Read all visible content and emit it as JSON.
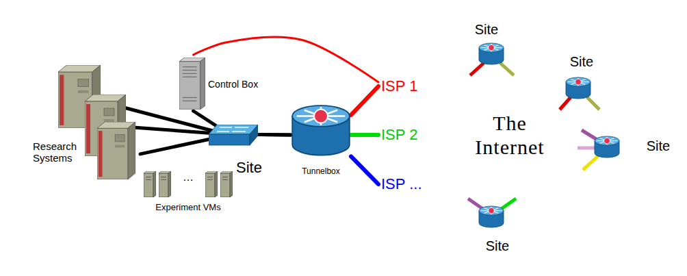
{
  "diagram": {
    "nodes": [
      {
        "text": [
          "Site"
        ]
      },
      {
        "text": [
          "Research Systems"
        ],
        "in": 0
      },
      {
        "text": [
          "Control Box"
        ],
        "in": 0
      },
      {
        "text": [
          "…",
          "Experiment VMs"
        ],
        "in": 0
      },
      {
        "text": [
          "Tunnelbox"
        ]
      },
      {
        "text": [
          "The Internet"
        ]
      },
      {
        "text": [
          "ISP 1"
        ],
        "in": 5
      },
      {
        "text": [
          "ISP 2"
        ],
        "in": 5
      },
      {
        "text": [
          "ISP ..."
        ],
        "in": 5
      },
      {
        "text": [
          "Site"
        ],
        "in": 5
      },
      {
        "text": [
          "Site"
        ],
        "in": 5
      },
      {
        "text": [
          "Site"
        ],
        "in": 5
      },
      {
        "text": [
          "Site"
        ],
        "in": 5
      }
    ],
    "edges": [
      {
        "from": 1,
        "to": 4,
        "arrow": "none"
      },
      {
        "from": 2,
        "to": 4,
        "arrow": "none"
      },
      {
        "from": 4,
        "to": 6,
        "arrow": "none"
      },
      {
        "from": 4,
        "to": 7,
        "arrow": "none"
      },
      {
        "from": 4,
        "to": 8,
        "arrow": "none"
      },
      {
        "from": 2,
        "to": 6,
        "arrow": "none"
      }
    ]
  }
}
